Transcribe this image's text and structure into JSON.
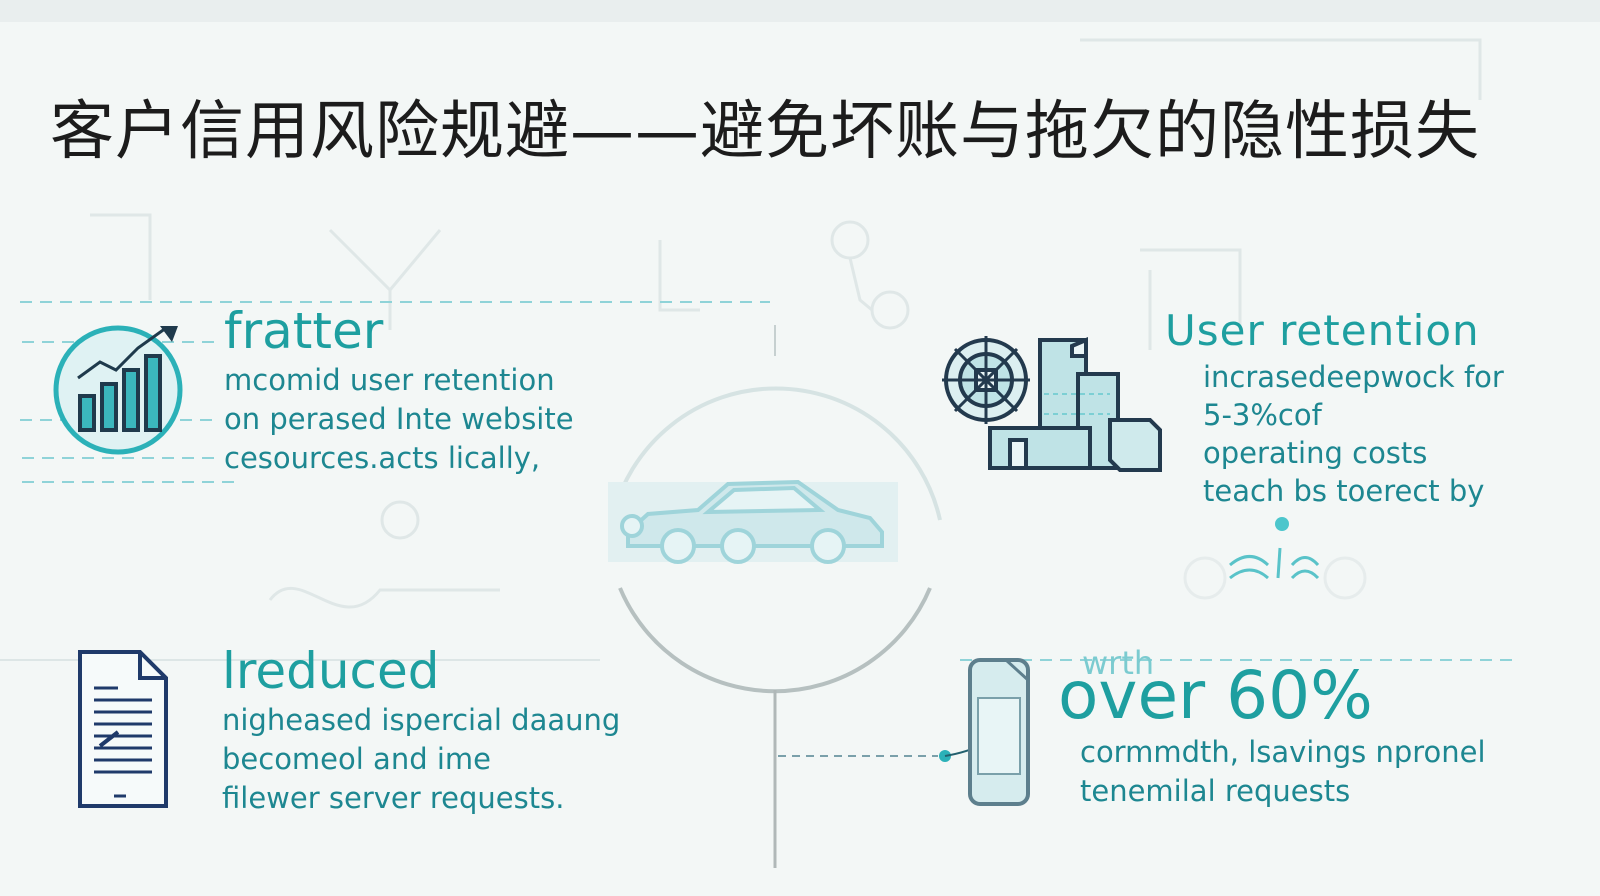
{
  "title": "客户信用风险规避——避免坏账与拖欠的隐性损失",
  "top_left": {
    "heading": "fratter",
    "lines": [
      "mcomid user retention",
      "on perased Inte website",
      "cesources.acts lically,"
    ]
  },
  "top_right": {
    "heading": "User retention",
    "lines": [
      "incrasedeepwock for",
      "5-3%cof",
      "operating costs",
      "teach bs toerect by"
    ]
  },
  "bottom_left": {
    "heading": "lreduced",
    "lines": [
      "nigheased ispercial daaung",
      "becomeol and ime",
      "filewer server requests."
    ]
  },
  "bottom_right": {
    "label": "wrth",
    "heading": "over 60%",
    "lines": [
      "cormmdth, lsavings npronel",
      "tenemilal requests"
    ]
  },
  "colors": {
    "accent": "#1e9fa0",
    "body_text": "#1d8791",
    "icon_fill": "#bfe3e6",
    "icon_stroke": "#233a4e",
    "circle": "#b6c0c0",
    "background": "#f3f7f6"
  },
  "icons": [
    "growth-chart-icon",
    "factory-gear-icon",
    "car-icon",
    "document-icon",
    "phone-icon"
  ]
}
